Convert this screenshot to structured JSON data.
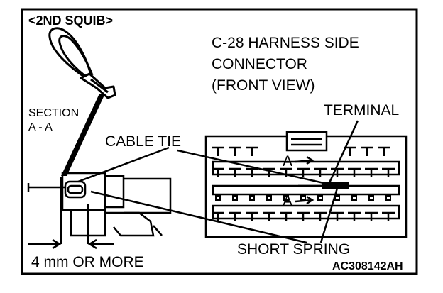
{
  "diagram": {
    "header_label": "<2ND SQUIB>",
    "connector_caption": [
      "C-28 HARNESS SIDE",
      "CONNECTOR",
      "(FRONT VIEW)"
    ],
    "section_label": [
      "SECTION",
      "A - A"
    ],
    "cable_tie_label": "CABLE TIE",
    "terminal_label": "TERMINAL",
    "short_spring_label": "SHORT SPRING",
    "dimension_label": "4 mm OR MORE",
    "section_marker_top": "A",
    "section_marker_bottom": "A",
    "figure_code": "AC308142AH"
  },
  "colors": {
    "ink": "#000000",
    "paper": "#ffffff"
  }
}
